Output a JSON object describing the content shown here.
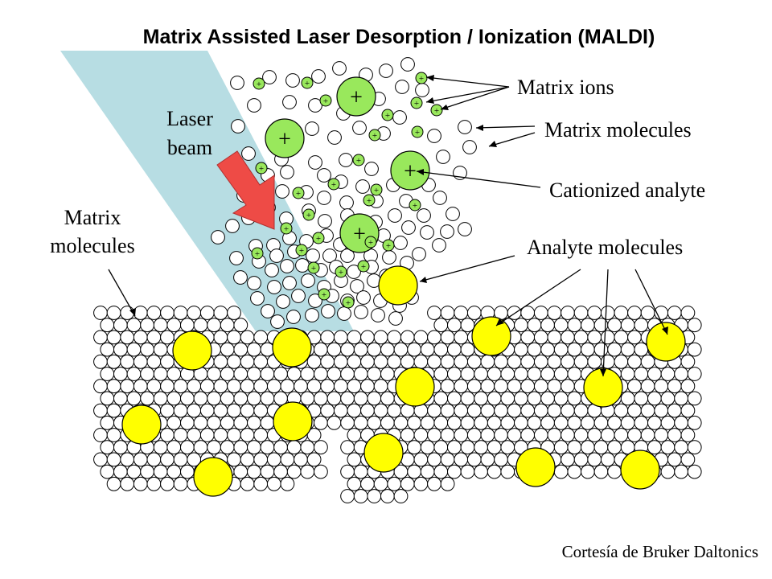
{
  "title": "Matrix Assisted Laser Desorption / Ionization (MALDI)",
  "labels": {
    "matrix_ions": "Matrix ions",
    "matrix_molecules_right": "Matrix molecules",
    "cationized_analyte": "Cationized analyte",
    "analyte_molecules": "Analyte molecules",
    "matrix_molecules_left_line1": "Matrix",
    "matrix_molecules_left_line2": "molecules",
    "laser_line1": "Laser",
    "laser_line2": "beam"
  },
  "credit": "Cortesía de Bruker Daltonics",
  "ion_symbol": "+",
  "colors": {
    "laser_beam": "#b7dde3",
    "laser_arrow": "#ee4b46",
    "analyte": "#ffff00",
    "cationized_analyte": "#99e85c",
    "matrix_ion": "#99e85c",
    "matrix_molecule": "#ffffff",
    "outline": "#000000"
  }
}
